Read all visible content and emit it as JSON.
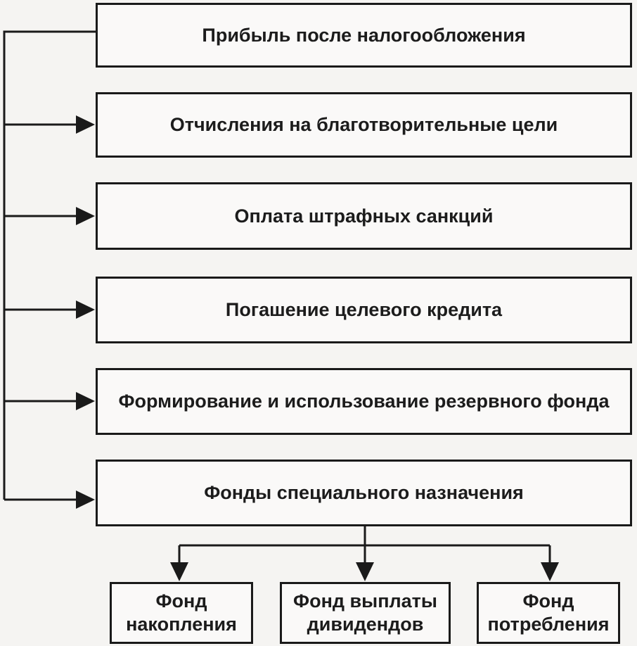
{
  "diagram": {
    "title_note": "",
    "root": {
      "label": "Прибыль после налогообложения"
    },
    "branches": [
      {
        "label": "Отчисления на благотворительные цели"
      },
      {
        "label": "Оплата штрафных санкций"
      },
      {
        "label": "Погашение целевого кредита"
      },
      {
        "label": "Формирование и использование резервного фонда"
      },
      {
        "label": "Фонды специального назначения"
      }
    ],
    "special_funds": [
      {
        "label": "Фонд накопления"
      },
      {
        "label": "Фонд выплаты дивидендов"
      },
      {
        "label": "Фонд потребления"
      }
    ],
    "colors": {
      "background": "#f5f4f2",
      "box_fill": "#faf9f8",
      "border": "#1a1a1a",
      "text": "#1c1c1c"
    }
  }
}
